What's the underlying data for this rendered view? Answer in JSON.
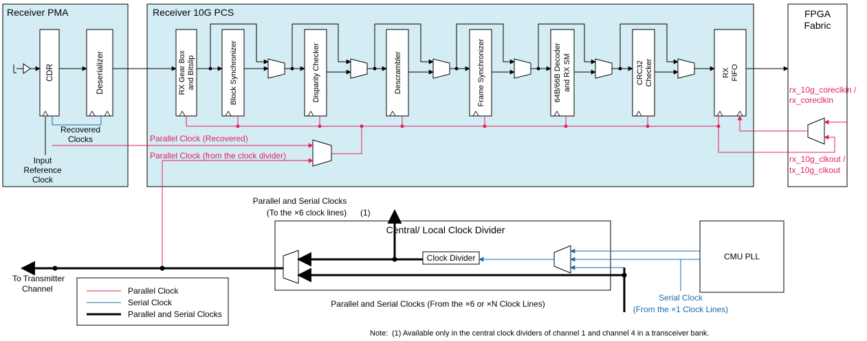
{
  "panels": {
    "pma_title": "Receiver PMA",
    "pcs_title": "Receiver 10G PCS",
    "fabric_title_1": "FPGA",
    "fabric_title_2": "Fabric"
  },
  "blocks": {
    "cdr": "CDR",
    "deserializer": "Deserializer",
    "gearbox_1": "RX Gear Box",
    "gearbox_2": "and Bitslip",
    "block_sync": "Block Synchronizer",
    "disparity": "Disparity Checker",
    "descrambler": "Descrambler",
    "frame_sync": "Frame Synchronizer",
    "decoder_1": "64B/66B Decoder",
    "decoder_2": "and RX SM",
    "crc_1": "CRC32",
    "crc_2": "Checker",
    "fifo_1": "RX",
    "fifo_2": "FIFO",
    "clock_divider": "Clock Divider",
    "cmu_pll": "CMU PLL",
    "central_divider_title": "Central/ Local Clock Divider"
  },
  "labels": {
    "recovered_1": "Recovered",
    "recovered_2": "Clocks",
    "input_ref_1": "Input",
    "input_ref_2": "Reference",
    "input_ref_3": "Clock",
    "par_recovered": "Parallel Clock (Recovered)",
    "par_divider": "Parallel Clock (from the clock divider)",
    "coreclkin_1": "rx_10g_coreclkin /",
    "coreclkin_2": "rx_coreclkin",
    "clkout_1": "rx_10g_clkout /",
    "clkout_2": "tx_10g_clkout",
    "par_serial_to_1": "Parallel and Serial Clocks",
    "par_serial_to_2": "(To the ×6 clock lines)",
    "note_ref": "(1)",
    "par_serial_from": "Parallel and Serial Clocks (From the ×6 or ×N Clock Lines)",
    "serial_clock_1": "Serial Clock",
    "serial_clock_2": "(From the ×1 Clock Lines)",
    "to_tx_1": "To Transmitter",
    "to_tx_2": "Channel"
  },
  "legend": {
    "parallel": "Parallel Clock",
    "serial": "Serial Clock",
    "both": "Parallel and Serial Clocks"
  },
  "note": {
    "prefix": "Note:",
    "text": "(1) Available only in the central clock dividers of channel 1 and channel 4 in a transceiver bank."
  },
  "colors": {
    "parallel": "#e0215d",
    "serial": "#1a6aa8",
    "panel_fill": "#d4ecf4",
    "data": "#000000"
  }
}
